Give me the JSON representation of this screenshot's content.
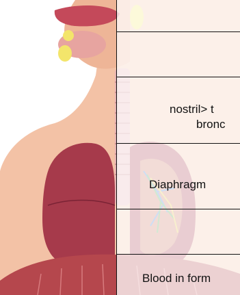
{
  "labels": {
    "row1_line1": "nostril> t",
    "row1_line2": "bronc",
    "row2": "Diaphragm",
    "row3": "Blood in form"
  },
  "colors": {
    "skin": "#f3c2a6",
    "lung": "#a63a4b",
    "lung_dark": "#7a2335",
    "trachea": "#e6b1b2",
    "muscle": "#b5474d",
    "oral": "#e7a4a0",
    "yellow": "#f3e56b"
  }
}
